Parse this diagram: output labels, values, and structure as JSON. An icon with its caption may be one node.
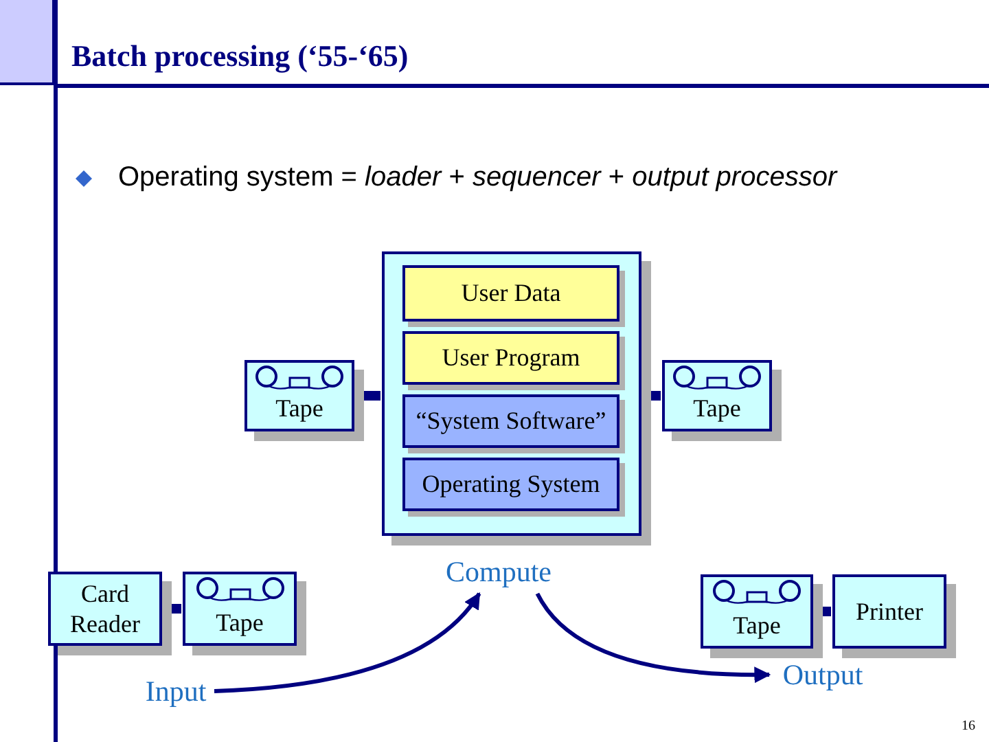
{
  "diagram": {
    "title": "Batch processing (‘55-‘65)",
    "nodes": [
      {
        "text": [],
        "shape": "box"
      },
      {
        "text": [
          "User Data"
        ],
        "in": 0
      },
      {
        "text": [
          "User Program"
        ],
        "in": 0
      },
      {
        "text": [
          "“System Software”"
        ],
        "in": 0
      },
      {
        "text": [
          "Operating System"
        ],
        "in": 0
      },
      {
        "text": [
          "Tape"
        ]
      },
      {
        "text": [
          "Tape"
        ]
      },
      {
        "text": [
          "Card Reader"
        ]
      },
      {
        "text": [
          "Tape"
        ]
      },
      {
        "text": [
          "Tape"
        ]
      },
      {
        "text": [
          "Printer"
        ]
      },
      {
        "text": [
          "Input"
        ]
      },
      {
        "text": [
          "Compute"
        ]
      },
      {
        "text": [
          "Output"
        ]
      }
    ],
    "edges": [
      {
        "from": 5,
        "to": 0,
        "arrow": "none"
      },
      {
        "from": 0,
        "to": 6,
        "arrow": "none"
      },
      {
        "from": 7,
        "to": 8,
        "arrow": "none"
      },
      {
        "from": 9,
        "to": 10,
        "arrow": "none"
      },
      {
        "from": 11,
        "to": 12,
        "arrow": "to"
      },
      {
        "from": 12,
        "to": 13,
        "arrow": "to"
      }
    ],
    "labels": [
      "Operating system = *loader* + *sequencer* + *output processor*",
      "16"
    ]
  }
}
